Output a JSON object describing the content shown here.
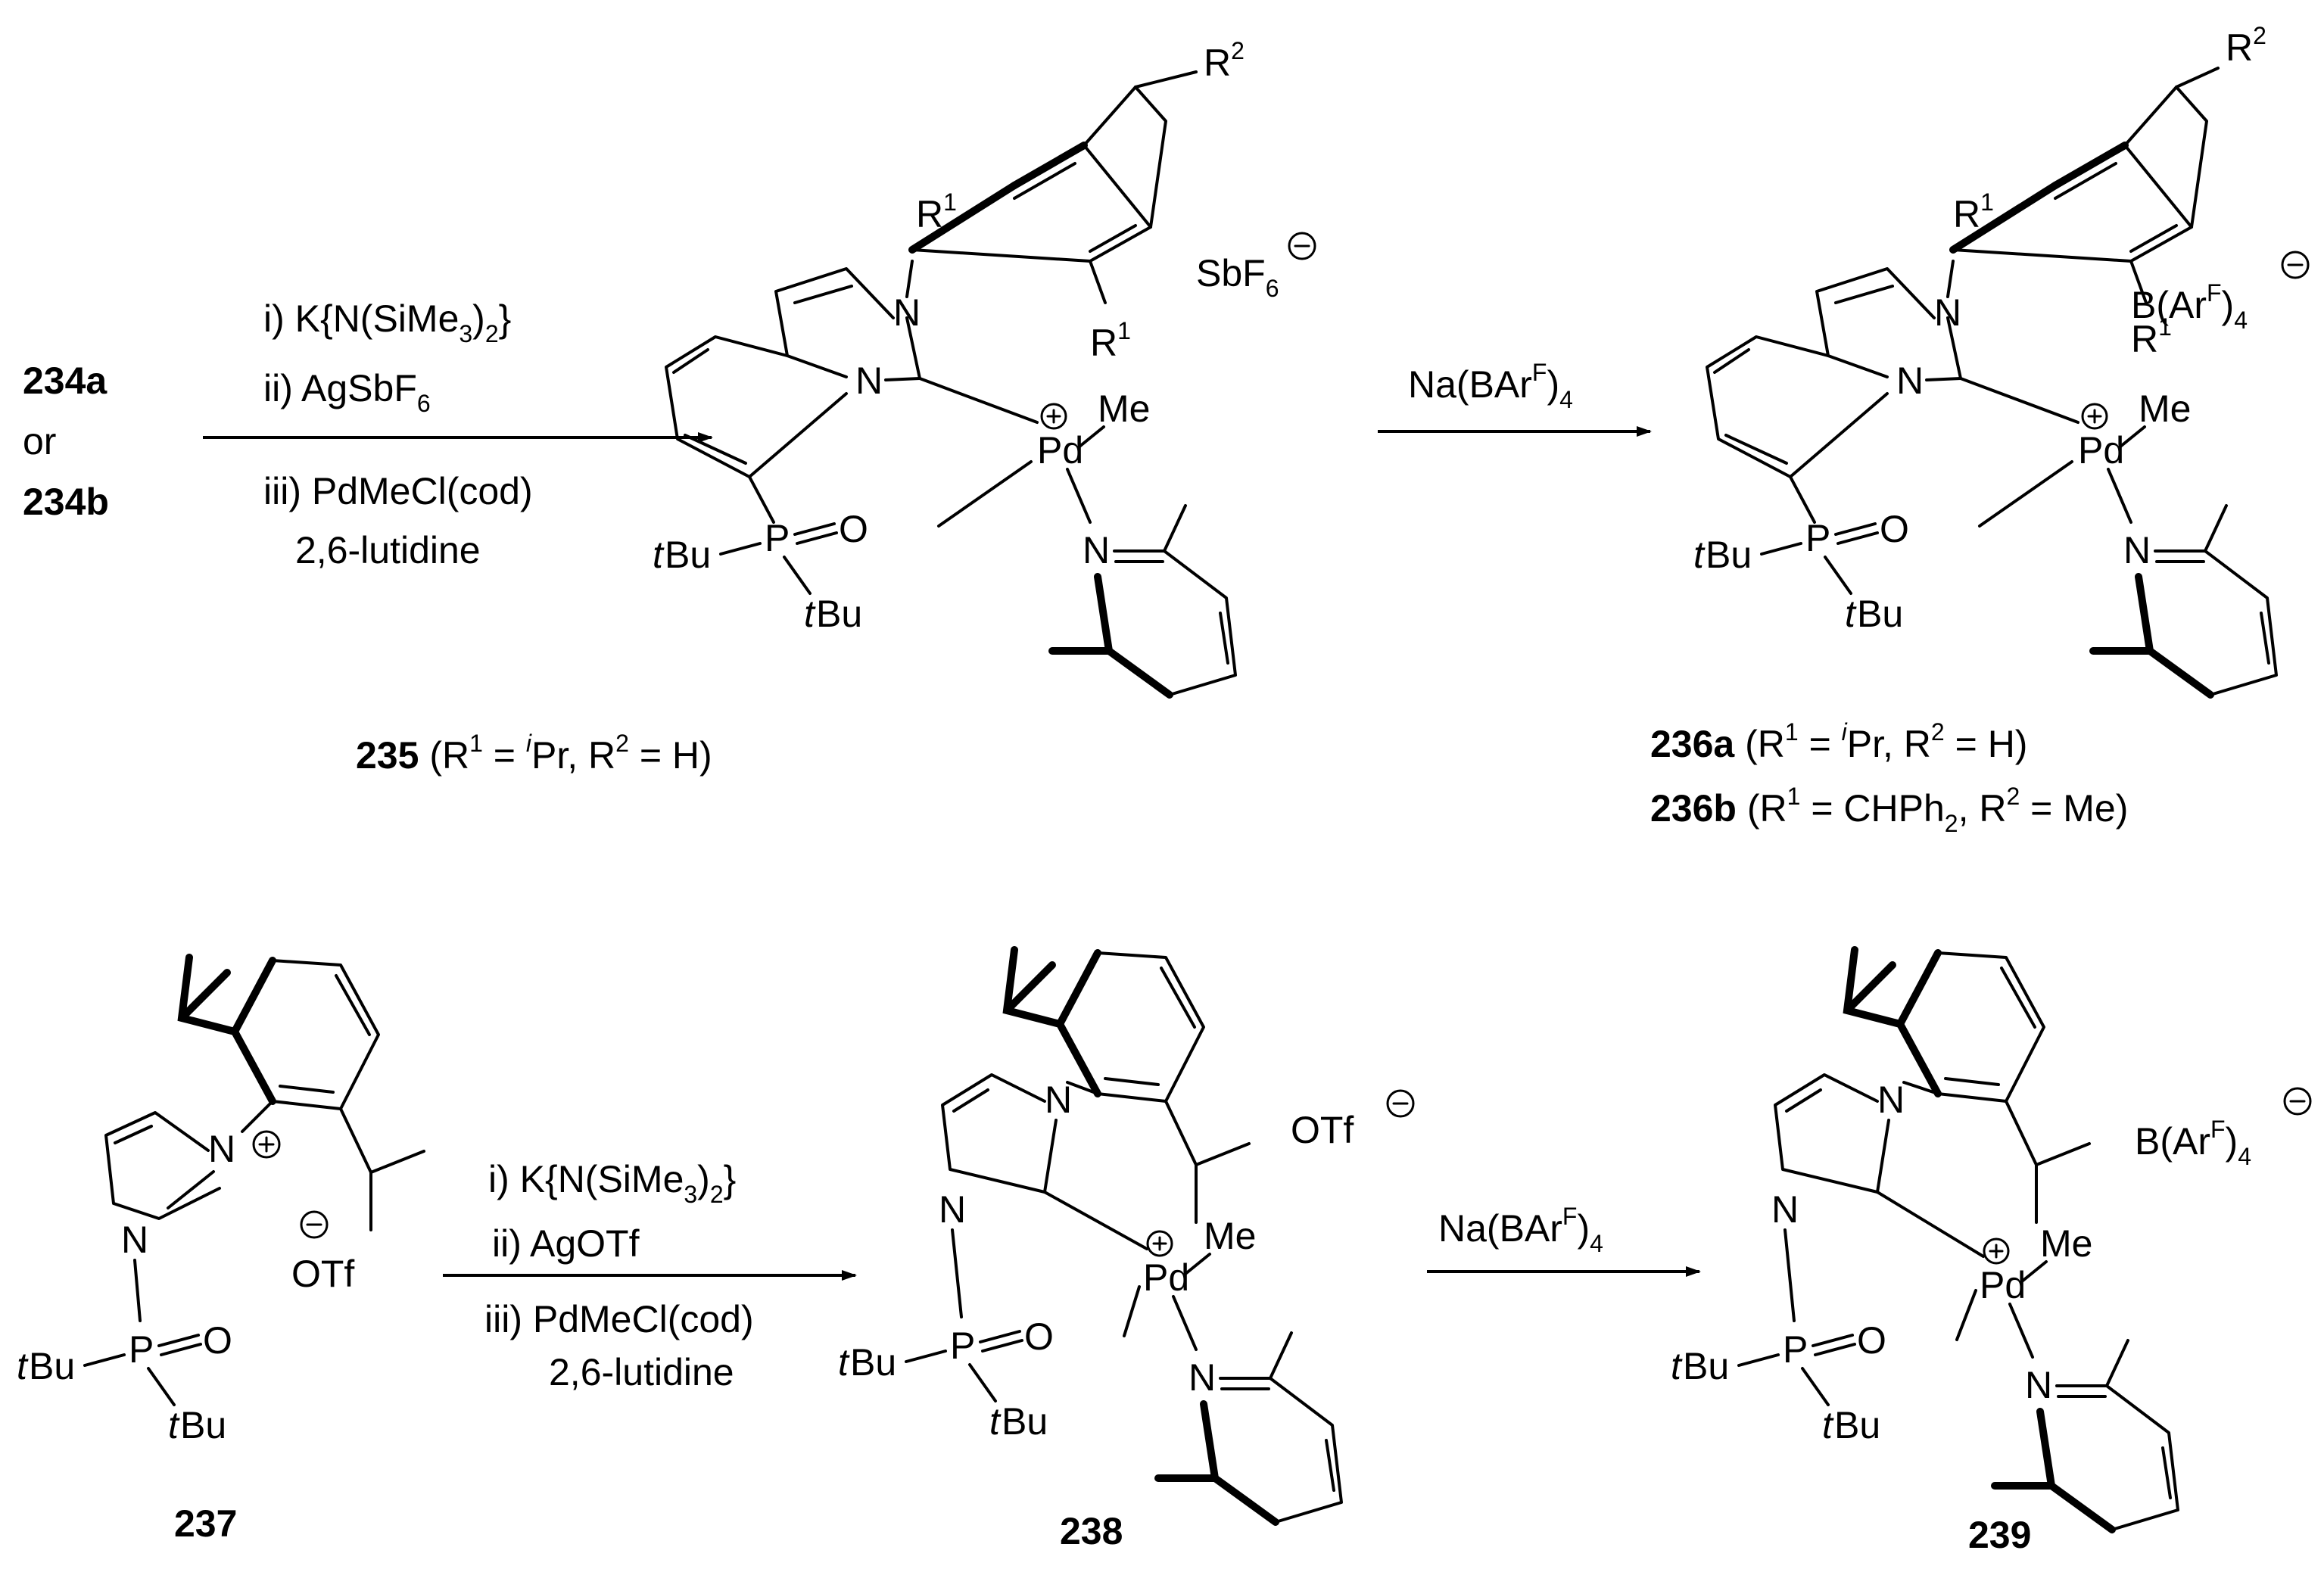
{
  "step1": {
    "start_a": "234a",
    "or": "or",
    "start_b": "234b",
    "reagent_1": "i) K{N(SiMe3)2}",
    "reagent_2": "ii) AgSbF6",
    "reagent_3": "iii) PdMeCl(cod)",
    "reagent_4": "2,6-lutidine"
  },
  "step2": {
    "reagent": "Na(BArF)4"
  },
  "step3": {
    "reagent_1": "i) K{N(SiMe3)2}",
    "reagent_2": "ii) AgOTf",
    "reagent_3": "iii) PdMeCl(cod)",
    "reagent_4": "2,6-lutidine"
  },
  "step4": {
    "reagent": "Na(BArF)4"
  },
  "compounds": {
    "c235": {
      "id": "235",
      "desc": "(R1 = iPr, R2 = H)",
      "anion": "SbF6"
    },
    "c236a": {
      "id": "236a",
      "desc": "(R1 = iPr, R2 = H)"
    },
    "c236b": {
      "id": "236b",
      "desc": "(R1 = CHPh2, R2 = Me)",
      "anion": "B(ArF)4"
    },
    "c237": {
      "id": "237",
      "anion": "OTf"
    },
    "c238": {
      "id": "238",
      "anion": "OTf"
    },
    "c239": {
      "id": "239",
      "anion": "B(ArF)4"
    }
  },
  "atoms": {
    "N": "N",
    "Pd": "Pd",
    "P": "P",
    "O": "O",
    "Me": "Me",
    "tBu_t": "t",
    "tBu_Bu": "Bu",
    "R": "R",
    "sup1": "1",
    "sup2": "2",
    "plus": "+",
    "minus": "−"
  }
}
